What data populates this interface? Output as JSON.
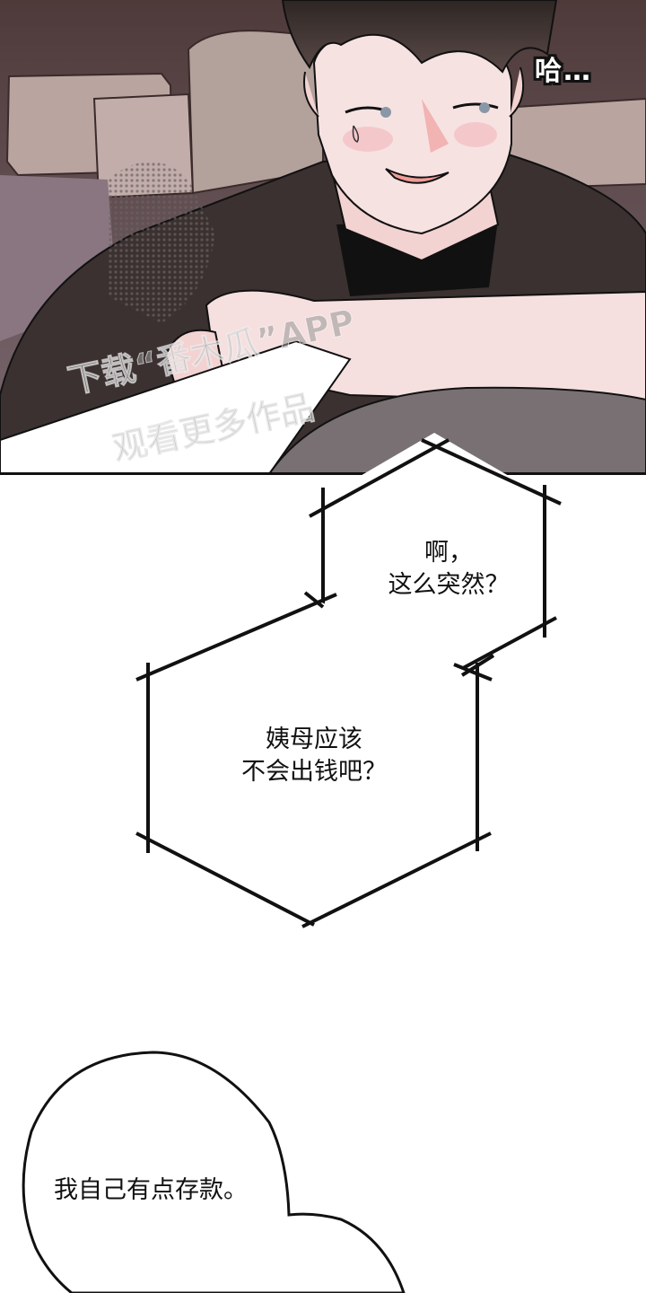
{
  "comic": {
    "panel_top": {
      "description": "Man in dark shirt smiling in car back seat, holding paper",
      "sfx": "哈…",
      "watermark": {
        "line1": "下载“番木瓜”APP",
        "line2": "观看更多作品"
      },
      "colors": {
        "background": "#5e4646",
        "seat": "#b9a49f",
        "shirt": "#3a3130",
        "skin": "#f6dede",
        "hair": "#3d3230",
        "undershirt": "#111111",
        "gray_object": "#787072"
      }
    },
    "bubbles": [
      {
        "shape": "hexagon",
        "lines": [
          "啊，",
          "这么突然？"
        ]
      },
      {
        "shape": "hexagon",
        "lines": [
          "姨母应该",
          "不会出钱吧？"
        ]
      },
      {
        "shape": "round",
        "lines": [
          "我自己有点存款。"
        ]
      }
    ]
  }
}
